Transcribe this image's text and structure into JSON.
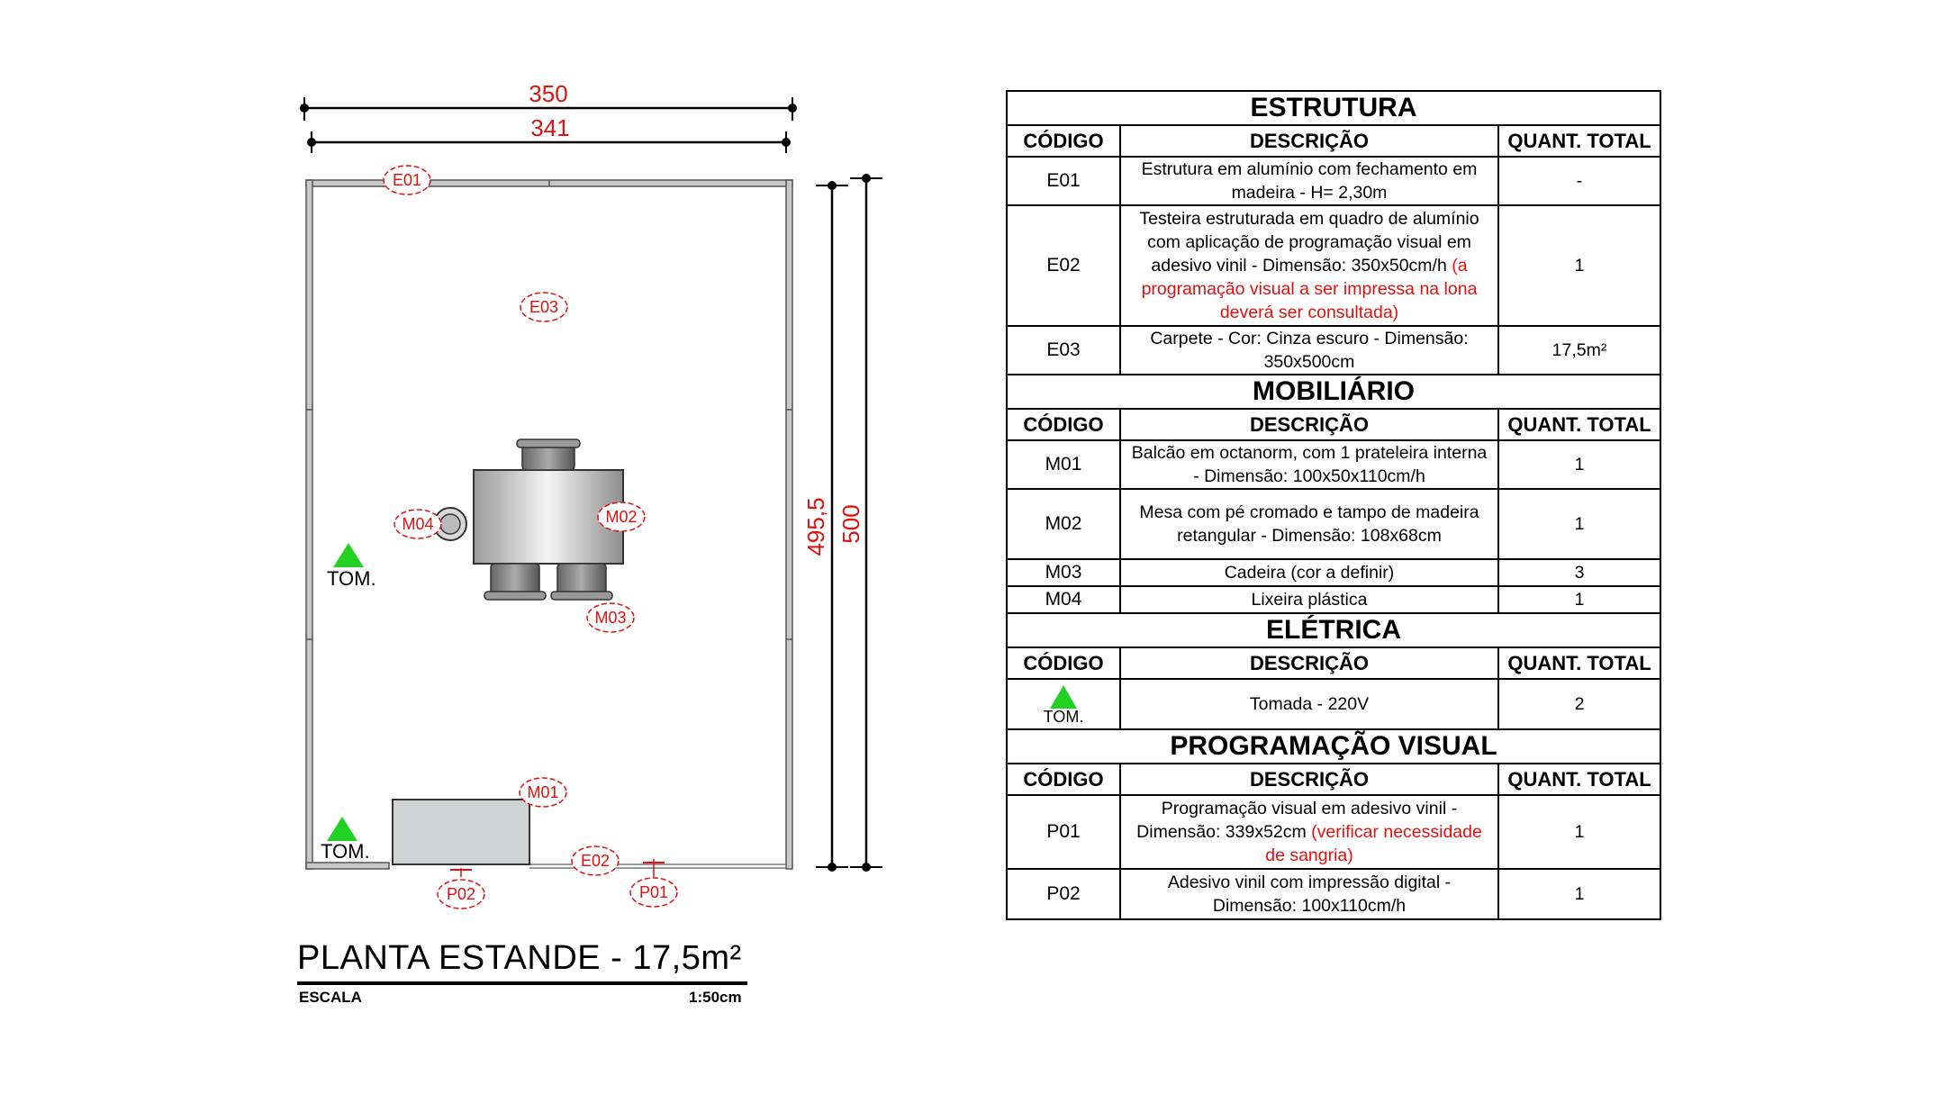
{
  "plan": {
    "dim_top_outer": "350",
    "dim_top_inner": "341",
    "dim_side_inner": "495,5",
    "dim_side_outer": "500",
    "tags": {
      "e01": "E01",
      "e02": "E02",
      "e03": "E03",
      "m01": "M01",
      "m02": "M02",
      "m03": "M03",
      "m04": "M04",
      "p01": "P01",
      "p02": "P02"
    },
    "outlet_label": "TOM.",
    "title": "PLANTA ESTANDE - 17,5m²",
    "scale_label": "ESCALA",
    "scale_value": "1:50cm"
  },
  "table": {
    "col_code": "CÓDIGO",
    "col_desc": "DESCRIÇÃO",
    "col_qty": "QUANT. TOTAL",
    "estrutura": {
      "title": "ESTRUTURA",
      "rows": [
        {
          "code": "E01",
          "desc": "Estrutura em alumínio com fechamento em madeira - H= 2,30m",
          "qty": "-"
        },
        {
          "code": "E02",
          "desc": "Testeira estruturada em quadro de alumínio com aplicação de programação visual em adesivo vinil - Dimensão: 350x50cm/h",
          "desc_red": "(a programação visual a ser impressa na lona deverá ser consultada)",
          "qty": "1"
        },
        {
          "code": "E03",
          "desc": "Carpete - Cor: Cinza escuro - Dimensão: 350x500cm",
          "qty": "17,5m²"
        }
      ]
    },
    "mobiliario": {
      "title": "MOBILIÁRIO",
      "rows": [
        {
          "code": "M01",
          "desc": "Balcão em octanorm, com 1 prateleira interna - Dimensão: 100x50x110cm/h",
          "qty": "1"
        },
        {
          "code": "M02",
          "desc": "Mesa com pé cromado e tampo de madeira retangular - Dimensão: 108x68cm",
          "qty": "1"
        },
        {
          "code": "M03",
          "desc": "Cadeira (cor a definir)",
          "qty": "3"
        },
        {
          "code": "M04",
          "desc": "Lixeira plástica",
          "qty": "1"
        }
      ]
    },
    "eletrica": {
      "title": "ELÉTRICA",
      "rows": [
        {
          "code": "TOM.",
          "icon": "outlet-triangle-icon",
          "desc": "Tomada - 220V",
          "qty": "2"
        }
      ]
    },
    "programacao": {
      "title": "PROGRAMAÇÃO VISUAL",
      "rows": [
        {
          "code": "P01",
          "desc": "Programação visual em adesivo vinil - Dimensão: 339x52cm",
          "desc_red": "(verificar necessidade de sangria)",
          "qty": "1"
        },
        {
          "code": "P02",
          "desc": "Adesivo vinil com impressão digital - Dimensão: 100x110cm/h",
          "qty": "1"
        }
      ]
    }
  },
  "colors": {
    "annotation": "#e01010",
    "outlet": "#22d222",
    "wall": "#8a8a8a"
  }
}
